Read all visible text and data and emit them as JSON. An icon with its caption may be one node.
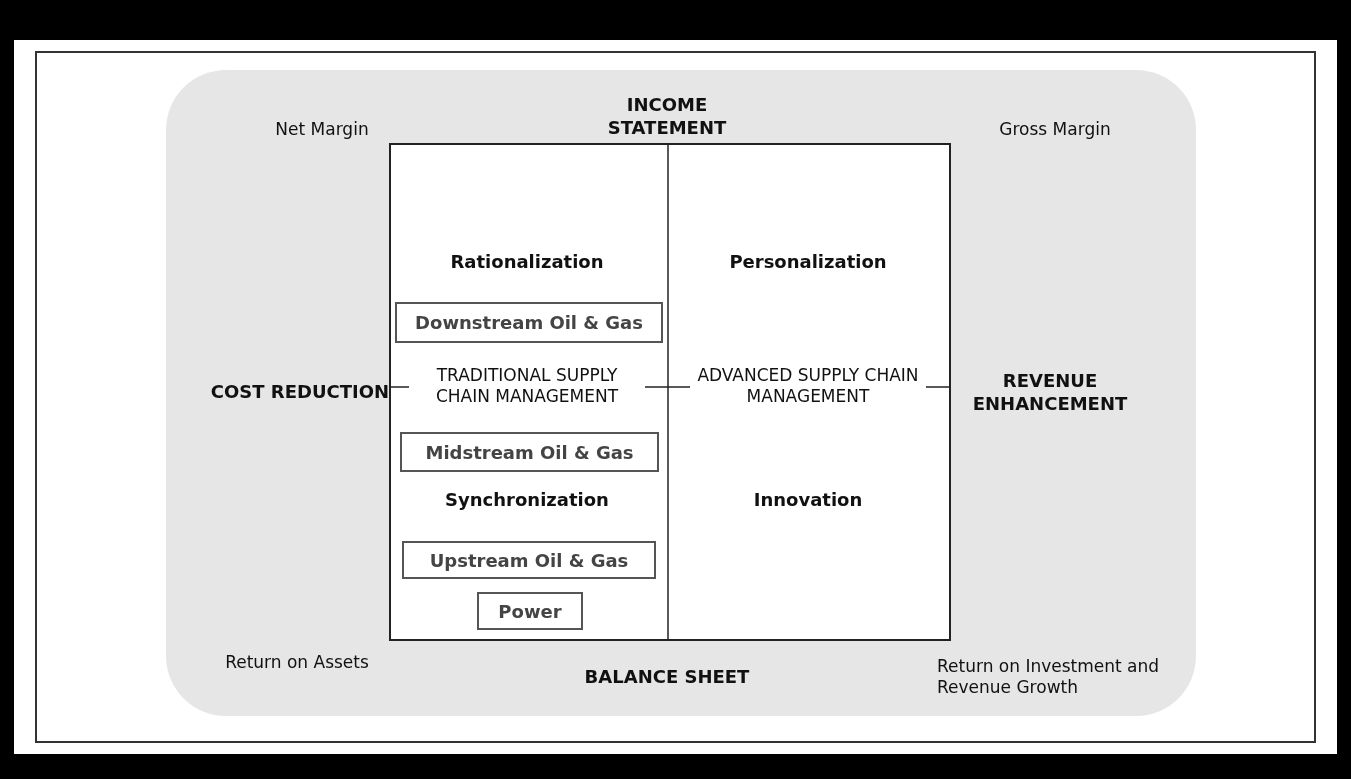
{
  "diagram": {
    "nodes": [
      {
        "text": [],
        "shape": "box"
      },
      {
        "text": [
          "Downstream Oil & Gas"
        ],
        "in": 0
      },
      {
        "text": [
          "Midstream Oil & Gas"
        ],
        "in": 0
      },
      {
        "text": [
          "Upstream Oil & Gas"
        ],
        "in": 0
      },
      {
        "text": [
          "Power"
        ],
        "in": 0
      }
    ],
    "labels": [
      "INCOME STATEMENT",
      "Net Margin",
      "Gross Margin",
      "Rationalization",
      "Personalization",
      "TRADITIONAL SUPPLY CHAIN MANAGEMENT",
      "ADVANCED SUPPLY CHAIN MANAGEMENT",
      "COST REDUCTION",
      "REVENUE ENHANCEMENT",
      "Synchronization",
      "Innovation",
      "Return on Assets",
      "BALANCE SHEET",
      "Return on Investment and Revenue Growth"
    ]
  }
}
